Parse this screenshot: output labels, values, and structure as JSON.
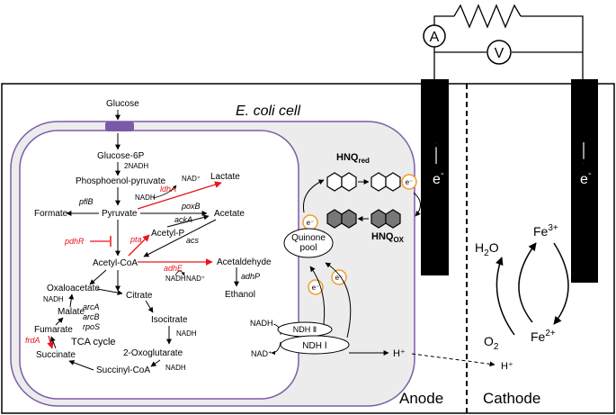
{
  "cell_title": "E. coli cell",
  "chamber": {
    "anode_label": "Anode",
    "cathode_label": "Cathode"
  },
  "meters": {
    "ammeter": "A",
    "voltmeter": "V"
  },
  "electrodes": {
    "anode_e": "e",
    "cathode_e": "e",
    "minus": "-"
  },
  "metabolism": {
    "glucose_outer": "Glucose",
    "glucose_6p": "Glucose-6P",
    "nadh_2": "2NADH",
    "pep": "Phosphoenol-pyruvate",
    "lactate": "Lactate",
    "nad_plus_lactate": "NAD⁺",
    "nadh_lactate": "NADH",
    "ldhA": "ldhA",
    "pflB": "pflB",
    "formate": "Formate",
    "pyruvate": "Pyruvate",
    "poxB": "poxB",
    "acetate": "Acetate",
    "ackA": "ackA",
    "acetyl_p": "Acetyl-P",
    "pta": "pta",
    "pdhR": "pdhR",
    "acs": "acs",
    "acetyl_coa": "Acetyl-CoA",
    "adhE": "adhE",
    "acetaldehyde": "Acetaldehyde",
    "nadh_adhE": "NADH",
    "nad_plus_adhE": "NAD⁺",
    "adhP": "adhP",
    "ethanol": "Ethanol",
    "oxaloacetate": "Oxaloacetate",
    "nadh_malate": "NADH",
    "citrate": "Citrate",
    "malate": "Malate",
    "arcA": "arcA",
    "arcB": "arcB",
    "rpoS": "rpoS",
    "isocitrate": "Isocitrate",
    "nadh_isocitrate": "NADH",
    "fumarate": "Fumarate",
    "frdA": "frdA",
    "tca_cycle": "TCA cycle",
    "oxoglutarate": "2-Oxoglutarate",
    "succinate": "Succinate",
    "nadh_succinyl": "NADH",
    "succinyl_coa": "Succinyl-CoA"
  },
  "electron_transfer": {
    "hnq_red": "HNQ",
    "hnq_red_sub": "red",
    "hnq_ox": "HNQ",
    "hnq_ox_sub": "OX",
    "electron": "e⁻",
    "quinone_pool_line1": "Quinone",
    "quinone_pool_line2": "pool",
    "nadh": "NADH",
    "nad_plus": "NAD⁺",
    "ndh2": "NDH Ⅱ",
    "ndh1": "NDH Ⅰ",
    "h_plus_1": "H⁺",
    "h_plus_2": "H⁺"
  },
  "cathode_reaction": {
    "h2o": "H",
    "h2o_sub": "2",
    "h2o_o": "O",
    "fe3": "Fe",
    "fe3_sup": "3+",
    "o2": "O",
    "o2_sub": "2",
    "fe2": "Fe",
    "fe2_sup": "2+"
  },
  "colors": {
    "highlight_red": "#e8141c",
    "membrane_purple": "#7c5ca8",
    "transporter": "#7a5aa8",
    "electron_orange": "#f39b2d",
    "periplasm_gray": "#ececec"
  }
}
